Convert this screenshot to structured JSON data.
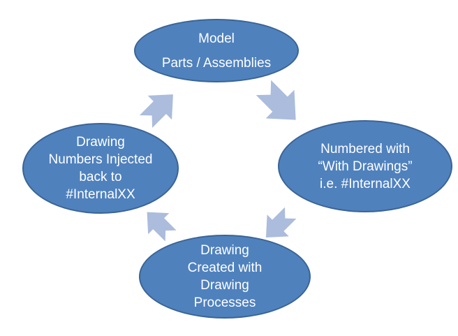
{
  "colors": {
    "ellipse_fill": "#4f81bd",
    "ellipse_border": "#3a6496",
    "arrow_fill": "#abbcdd",
    "text_color": "#ffffff",
    "background": "#ffffff"
  },
  "diagram": {
    "type": "cycle",
    "direction": "clockwise",
    "nodes": [
      {
        "id": "model",
        "position": "top",
        "lines": [
          "Model",
          "Parts / Assemblies"
        ]
      },
      {
        "id": "numbered",
        "position": "right",
        "lines": [
          "Numbered with",
          "“With Drawings”",
          "i.e. #InternalXX"
        ]
      },
      {
        "id": "created",
        "position": "bottom",
        "lines": [
          "Drawing",
          "Created with",
          "Drawing",
          "Processes"
        ]
      },
      {
        "id": "injected",
        "position": "left",
        "lines": [
          "Drawing",
          "Numbers Injected",
          "back to",
          "#InternalXX"
        ]
      }
    ],
    "arrows": [
      {
        "from": "model",
        "to": "numbered",
        "direction": "down-right"
      },
      {
        "from": "numbered",
        "to": "created",
        "direction": "down-left"
      },
      {
        "from": "created",
        "to": "injected",
        "direction": "up-left"
      },
      {
        "from": "injected",
        "to": "model",
        "direction": "up-right"
      }
    ]
  }
}
